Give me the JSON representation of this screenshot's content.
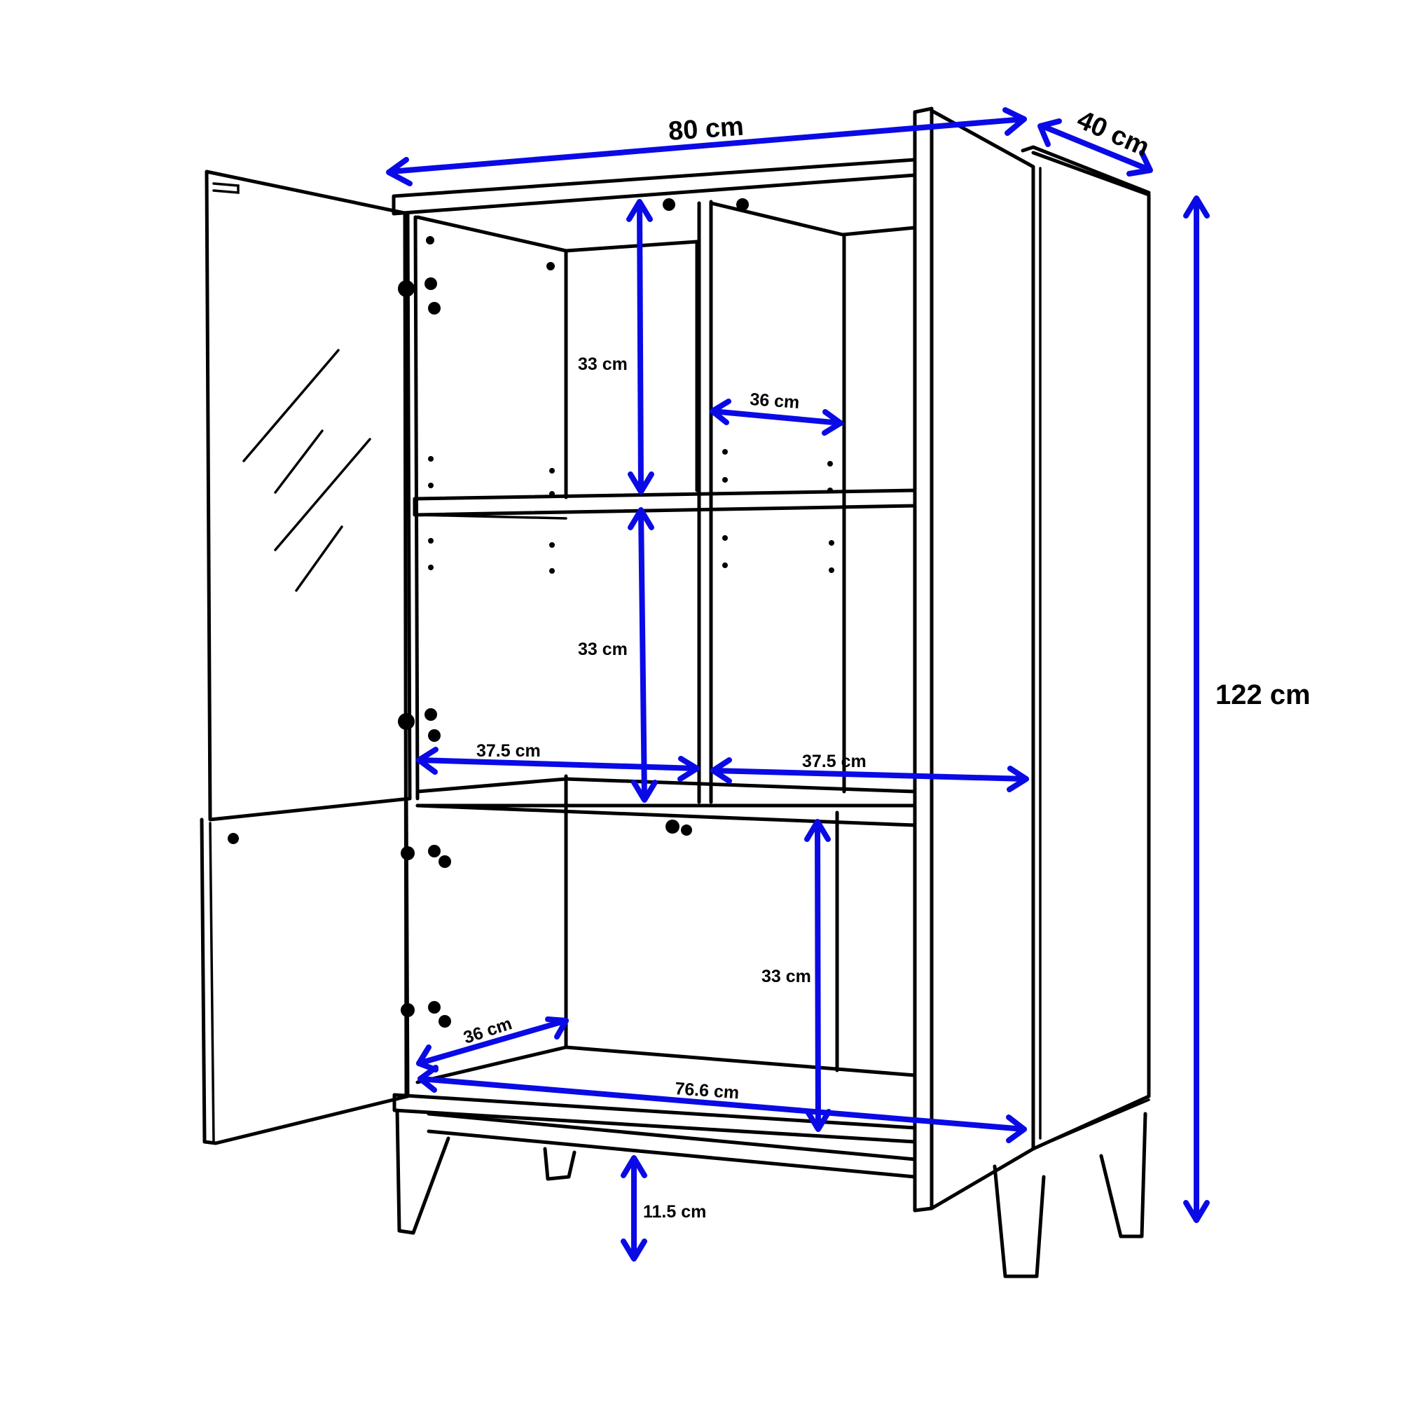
{
  "diagram": {
    "subject": "Two-door cabinet with glass upper door, dimensions",
    "colors": {
      "dimension_line": "#0a0ae6",
      "outline": "#000000",
      "background": "#ffffff"
    },
    "dimensions": {
      "overall_width": "80 cm",
      "overall_depth": "40 cm",
      "overall_height": "122 cm",
      "upper_shelf_height": "33 cm",
      "middle_shelf_height": "33 cm",
      "lower_compartment_height": "33 cm",
      "inner_depth_upper": "36 cm",
      "inner_depth_lower": "36 cm",
      "left_compartment_width": "37.5 cm",
      "right_compartment_width": "37.5 cm",
      "inner_bottom_width": "76.6 cm",
      "leg_height": "11.5 cm"
    }
  }
}
